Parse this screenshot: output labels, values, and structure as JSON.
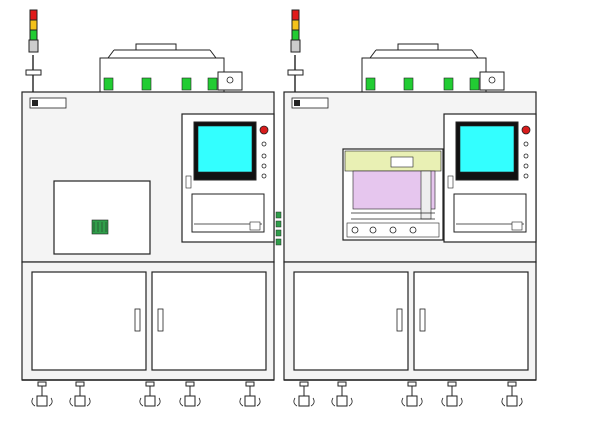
{
  "drawing": {
    "kind": "machine-elevation",
    "units_count": 2
  },
  "colors": {
    "line": "#222222",
    "cabinet_fill": "#f4f4f4",
    "panel_fill": "#ffffff",
    "screen": "#33ffff",
    "screen_frame": "#111111",
    "led_green": "#22cc33",
    "tower_red": "#e01a1a",
    "tower_amber": "#f4c21a",
    "tower_green": "#22cc33",
    "estop_red": "#d81c1c",
    "window_yellow": "#e9f0b4",
    "window_purple": "#e6c6ee",
    "terminal_green": "#2f9e4a"
  },
  "units": [
    {
      "id": "left",
      "logo_text": "",
      "left_feature": "access-panel",
      "screen_text": ""
    },
    {
      "id": "right",
      "logo_text": "",
      "left_feature": "viewing-window",
      "screen_text": ""
    }
  ]
}
